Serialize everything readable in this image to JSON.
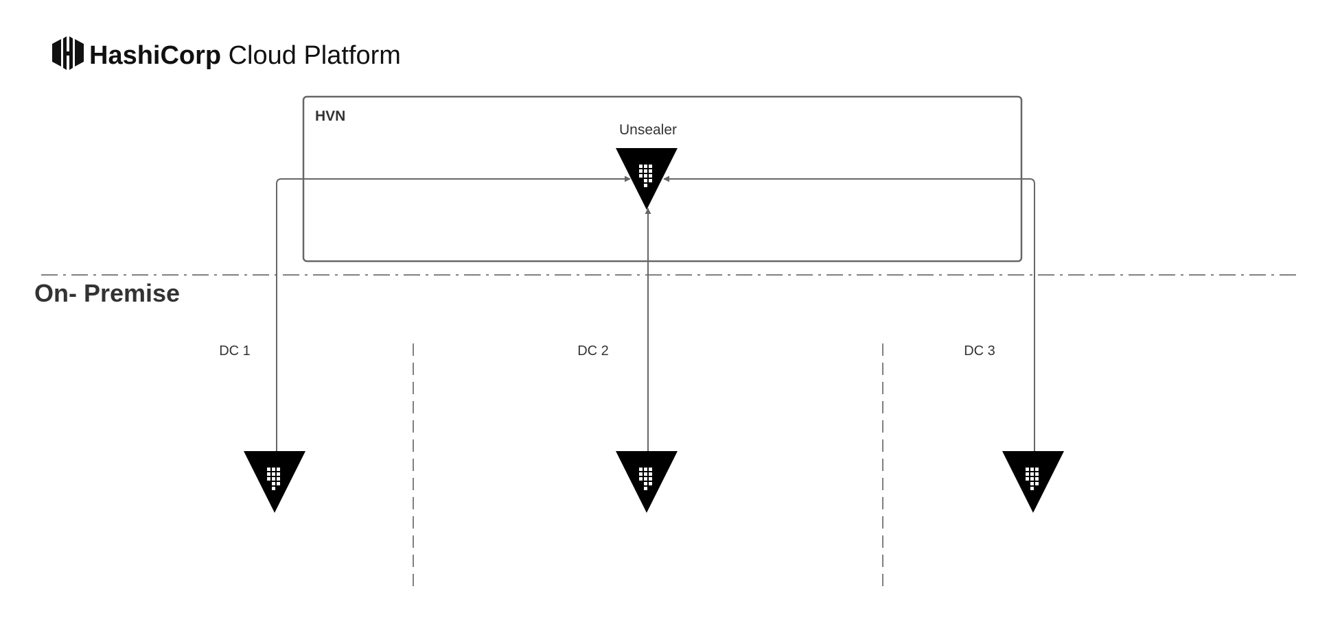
{
  "header": {
    "brand_strong": "HashiCorp",
    "brand_light": "Cloud Platform",
    "logo_icon": "hashicorp-logo-icon"
  },
  "hvn": {
    "label": "HVN",
    "unsealer": {
      "label": "Unsealer",
      "icon": "vault-icon"
    }
  },
  "zone": {
    "label": "On- Premise"
  },
  "datacenters": [
    {
      "label": "DC 1",
      "icon": "vault-icon"
    },
    {
      "label": "DC 2",
      "icon": "vault-icon"
    },
    {
      "label": "DC 3",
      "icon": "vault-icon"
    }
  ],
  "colors": {
    "line": "#666666",
    "text": "#333333",
    "icon": "#000000",
    "background": "#ffffff"
  }
}
